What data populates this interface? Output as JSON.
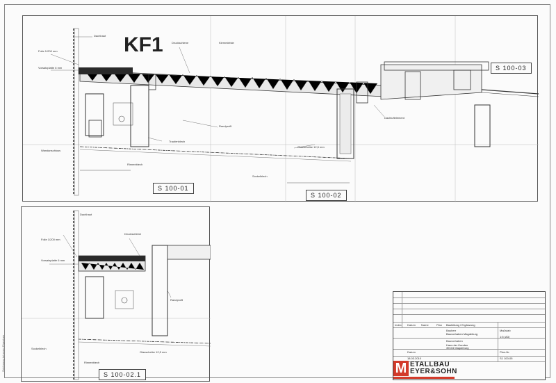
{
  "drawing": {
    "title_label": "KF1",
    "sections": {
      "top_right": "S 100-03",
      "top_left": "S 100-01",
      "top_middle": "S 100-02",
      "bottom": "S 100-02.1"
    }
  },
  "annotations": {
    "dachhaut": "Dachhaut",
    "folie": "Folie 1/200 mm",
    "vorsatz": "Vorsatzplatte 6 mm",
    "wandan": "Wandanschluss",
    "druckschiene": "Druckschiene",
    "randprofil": "Randprofil",
    "dachluft": "Dachluftelement",
    "rinne": "Rinnenblech",
    "traufe": "Traufenblech",
    "klemme": "Klemmleiste",
    "glas": "Glasscheibe 12,5 mm",
    "sockel": "Sockelblech"
  },
  "titleblock": {
    "header_cols": [
      "Index",
      "Datum",
      "Name"
    ],
    "plan_label": "Plan",
    "plan_value": "Bauleitung / Ergänzung",
    "project_label": "Bauherr",
    "project_value": "Bauvorhaben Magdeburg",
    "client_label": "Bauvorhaben",
    "client_value": "Haus der Kunden",
    "address": "39104 Magdeburg",
    "date_label": "Datum",
    "date_value": "18.03.2010",
    "scale_label": "Maßstab",
    "scale_value": "1:5 (A3)",
    "sheet_label": "Plan-Nr.",
    "sheet_value": "S1 100-05"
  },
  "company": {
    "mark": "M",
    "name_line1": "ETALLBAU",
    "name_line2": "EYER&SOHN"
  }
}
